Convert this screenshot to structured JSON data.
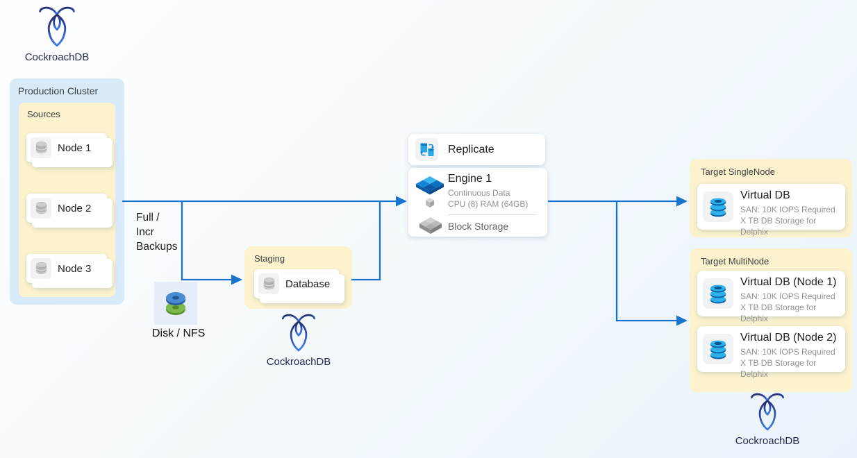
{
  "brand": {
    "name": "CockroachDB"
  },
  "colors": {
    "arrow_blue": "#1a73cf",
    "cluster_box": "#d9eaf8",
    "group_box": "#fcf2cd",
    "brand_navy": "#252a52"
  },
  "icons": {
    "logo": "cockroachdb-logo-icon",
    "node_db": "database-icon",
    "disk": "disk-nfs-icon",
    "replicate": "replicate-icon",
    "engine": "continuous-data-engine-icon",
    "block_storage": "block-storage-icon",
    "virtual_db": "virtual-db-icon"
  },
  "production_cluster": {
    "label": "Production Cluster",
    "sources": {
      "label": "Sources",
      "nodes": [
        {
          "label": "Node 1"
        },
        {
          "label": "Node 2"
        },
        {
          "label": "Node 3"
        }
      ]
    }
  },
  "backups": {
    "line1": "Full /",
    "line2": "Incr",
    "line3": "Backups"
  },
  "disk_nfs": {
    "label": "Disk / NFS"
  },
  "staging": {
    "label": "Staging",
    "database": {
      "label": "Database"
    }
  },
  "replicate": {
    "label": "Replicate"
  },
  "engine": {
    "title": "Engine 1",
    "subtitle1": "Continuous Data",
    "subtitle2": "CPU (8) RAM (64GB)",
    "block_storage": "Block Storage"
  },
  "target_single": {
    "label": "Target SingleNode",
    "card": {
      "title": "Virtual DB",
      "line1": "SAN: 10K IOPS Required",
      "line2": "X TB DB Storage for Delphix"
    }
  },
  "target_multi": {
    "label": "Target MultiNode",
    "cards": [
      {
        "title": "Virtual DB (Node 1)",
        "line1": "SAN: 10K IOPS Required",
        "line2": "X TB DB Storage for Delphix"
      },
      {
        "title": "Virtual DB (Node 2)",
        "line1": "SAN: 10K IOPS Required",
        "line2": "X TB DB Storage for Delphix"
      }
    ]
  }
}
